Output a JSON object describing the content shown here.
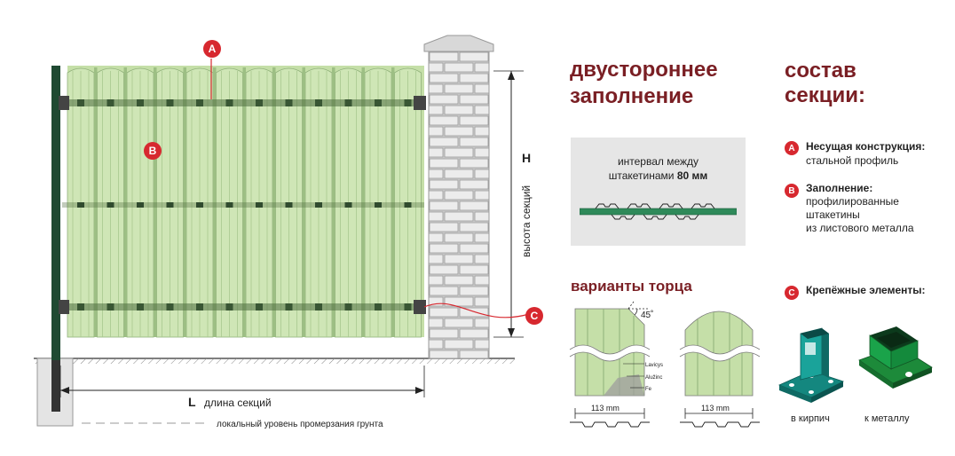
{
  "diagram": {
    "markers": {
      "a": "A",
      "b": "B",
      "c": "C"
    },
    "height_symbol": "H",
    "height_label": "высота секций",
    "length_symbol": "L",
    "length_label": "длина секций",
    "frost_label": "локальный уровень промерзания грунта"
  },
  "filling": {
    "title_line1": "двустороннее",
    "title_line2": "заполнение",
    "interval_line1": "интервал между",
    "interval_line2_prefix": "штакетинами ",
    "interval_line2_bold": "80 мм"
  },
  "ends": {
    "title": "варианты торца",
    "angle_label": "45˚",
    "width_left": "113 mm",
    "width_right": "113 mm",
    "layer_1": "Lavicys",
    "layer_2": "Alužinc",
    "layer_3": "Fe"
  },
  "composition": {
    "title_line1": "состав",
    "title_line2": "секции:",
    "items": [
      {
        "marker": "A",
        "title": "Несущая конструкция:",
        "lines": [
          "стальной профиль"
        ]
      },
      {
        "marker": "B",
        "title": "Заполнение:",
        "lines": [
          "профилированные",
          "штакетины",
          "из листового металла"
        ]
      },
      {
        "marker": "C",
        "title": "Крепёжные элементы:",
        "lines": []
      }
    ],
    "mount_left": "в кирпич",
    "mount_right": "к металлу"
  },
  "colors": {
    "accent_red": "#d7282f",
    "title_red": "#7a1f24",
    "picket_green": "#c5dfa8",
    "post_green": "#1f4a32",
    "bracket_teal": "#14877f",
    "bracket_green": "#1d8a3a"
  }
}
